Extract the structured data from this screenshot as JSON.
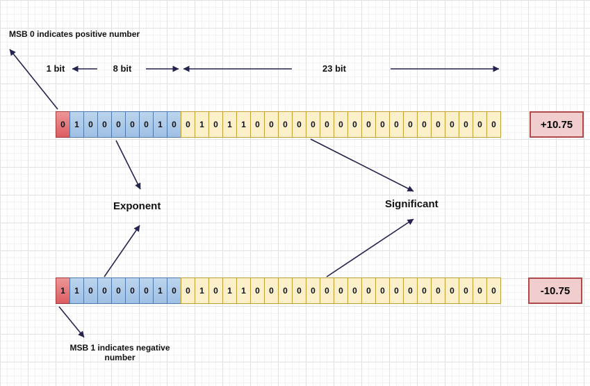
{
  "colors": {
    "background": "#FFFFFF",
    "grid_minor": "#F2F2F2",
    "grid_major": "#E1E1E1",
    "text": "#111111",
    "arrow": "#23234E",
    "sign_fill_top": "#EE9597",
    "sign_fill_bottom": "#DB5E61",
    "sign_border": "#A23A3C",
    "exponent_fill_top": "#BCD4EC",
    "exponent_fill_bottom": "#9FC0E4",
    "exponent_border": "#4D79AD",
    "mantissa_fill": "#FBF0C9",
    "mantissa_border": "#C19F35",
    "value_fill": "#F2CDCD",
    "value_border": "#B04A4A"
  },
  "annotations": {
    "msb_positive": "MSB 0 indicates positive number",
    "msb_negative": "MSB 1 indicates negative\nnumber",
    "width_sign": "1 bit",
    "width_exponent": "8 bit",
    "width_mantissa": "23 bit",
    "exponent": "Exponent",
    "significand": "Significant"
  },
  "rows": [
    {
      "name": "positive",
      "sign": "0",
      "exponent": [
        "1",
        "0",
        "0",
        "0",
        "0",
        "0",
        "1",
        "0"
      ],
      "mantissa": [
        "0",
        "1",
        "0",
        "1",
        "1",
        "0",
        "0",
        "0",
        "0",
        "0",
        "0",
        "0",
        "0",
        "0",
        "0",
        "0",
        "0",
        "0",
        "0",
        "0",
        "0",
        "0",
        "0"
      ],
      "value": "+10.75"
    },
    {
      "name": "negative",
      "sign": "1",
      "exponent": [
        "1",
        "0",
        "0",
        "0",
        "0",
        "0",
        "1",
        "0"
      ],
      "mantissa": [
        "0",
        "1",
        "0",
        "1",
        "1",
        "0",
        "0",
        "0",
        "0",
        "0",
        "0",
        "0",
        "0",
        "0",
        "0",
        "0",
        "0",
        "0",
        "0",
        "0",
        "0",
        "0",
        "0"
      ],
      "value": "-10.75"
    }
  ]
}
